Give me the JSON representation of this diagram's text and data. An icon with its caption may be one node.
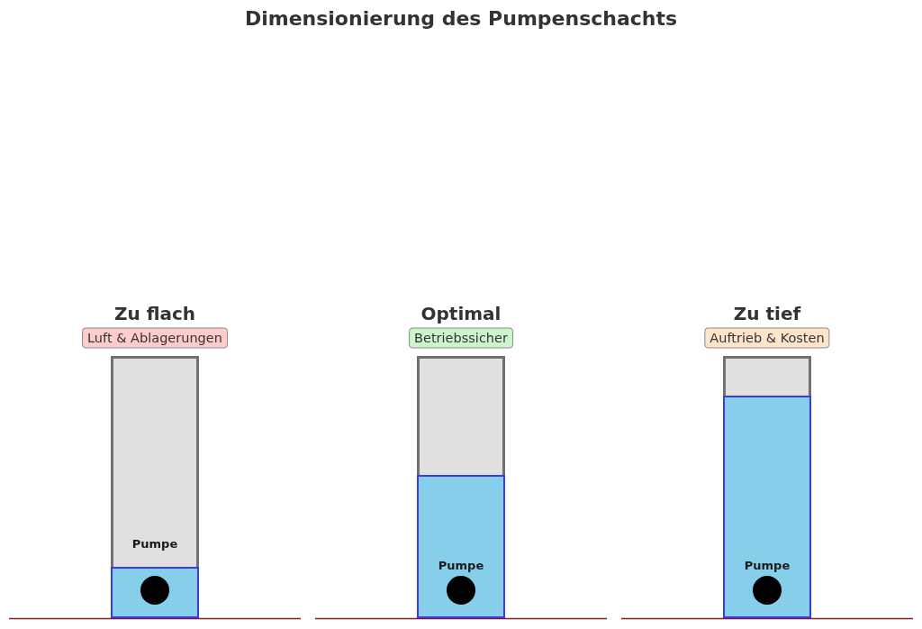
{
  "diagram": {
    "title": "Dimensionierung des Pumpenschachts",
    "nodes": [
      {
        "text": [
          "Luft & Ablagerungen"
        ],
        "beside": [
          "Zu flach"
        ]
      },
      {
        "text": [],
        "shape": "box"
      },
      {
        "text": [],
        "shape": "circle",
        "in": 1,
        "beside": [
          "Pumpe"
        ]
      },
      {
        "text": [
          "Betriebssicher"
        ],
        "beside": [
          "Optimal"
        ]
      },
      {
        "text": [],
        "shape": "box"
      },
      {
        "text": [],
        "shape": "circle",
        "in": 4,
        "beside": [
          "Pumpe"
        ]
      },
      {
        "text": [
          "Auftrieb & Kosten"
        ],
        "beside": [
          "Zu tief"
        ]
      },
      {
        "text": [],
        "shape": "box"
      },
      {
        "text": [],
        "shape": "circle",
        "in": 7,
        "beside": [
          "Pumpe"
        ]
      }
    ]
  }
}
